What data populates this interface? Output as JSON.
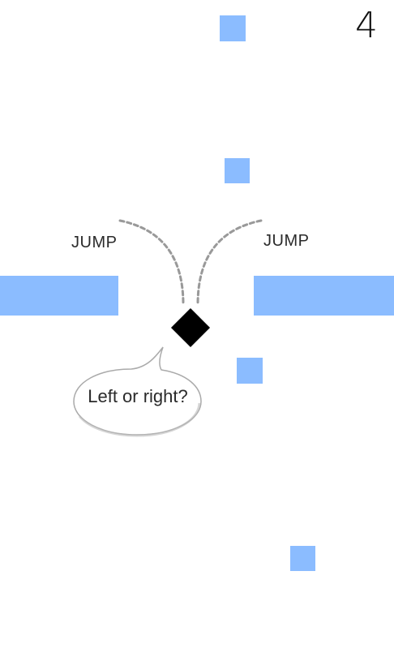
{
  "score": "4",
  "colors": {
    "block": "#8bbcff",
    "player": "#000000",
    "arc": "#999999"
  },
  "jump_labels": {
    "left": "JUMP",
    "right": "JUMP"
  },
  "hint_bubble": {
    "text": "Left or right?"
  }
}
